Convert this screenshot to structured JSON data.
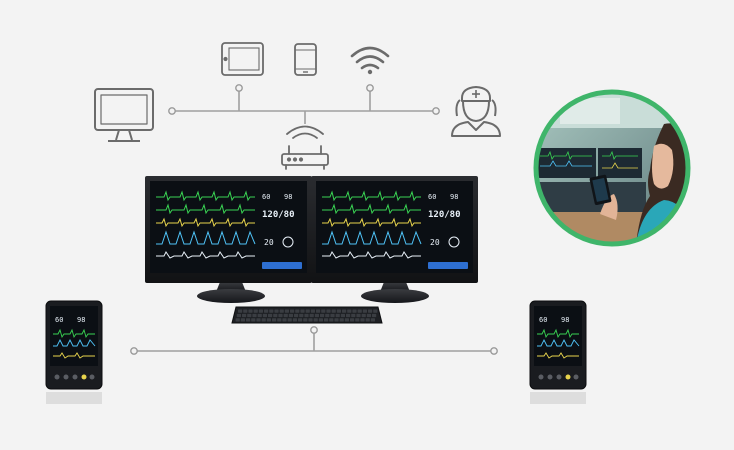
{
  "diagram": {
    "type": "network-topology",
    "colors": {
      "background": "#f3f3f3",
      "connector": "#9a9a9a",
      "icon_stroke": "#6b6b6b",
      "photo_ring": "#3fb56a",
      "screen_bg": "#0b0f14",
      "wave_green": "#39d353",
      "wave_yellow": "#e8d44d",
      "wave_cyan": "#4fc3f7",
      "wave_white": "#e8f0f8"
    },
    "top_network_icons": [
      "desktop-computer-icon",
      "tablet-icon",
      "smartphone-icon",
      "wifi-icon",
      "doctor-nurse-icon"
    ],
    "router_icon": "wifi-router-icon",
    "central_station": {
      "monitors": 2,
      "keyboard": true
    },
    "bedside_monitors": 2,
    "photo": "clinician-viewing-smartphone-photo",
    "screen_readouts": {
      "left": {
        "hr": "60",
        "spo2": "98",
        "nibp": "120/80",
        "small": "20"
      },
      "right": {
        "hr": "60",
        "spo2": "98",
        "nibp": "120/80",
        "small": "20"
      },
      "bedside": {
        "hr": "60",
        "spo2": "98"
      }
    }
  }
}
